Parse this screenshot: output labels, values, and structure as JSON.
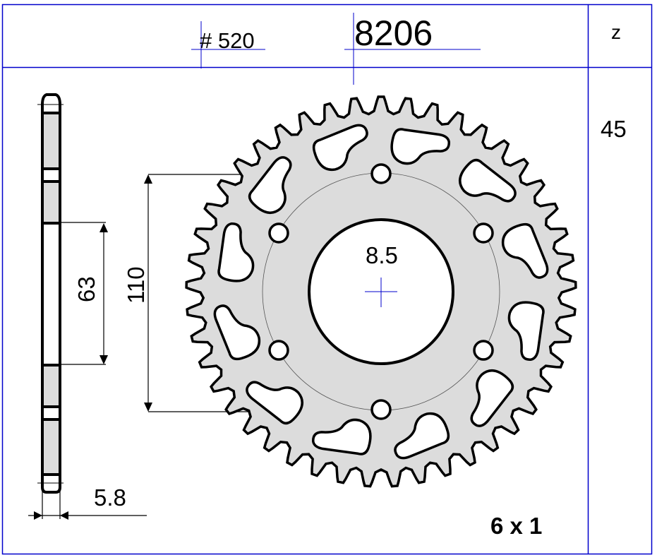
{
  "header": {
    "chain_pitch": "# 520",
    "part_number": "8206",
    "teeth_label": "z"
  },
  "specs": {
    "teeth_count": "45",
    "bolt_hole_diameter": "8.5",
    "pitch_circle_diameter": "110",
    "hub_offset": "63",
    "thickness": "5.8",
    "bolt_pattern": "6 x 1"
  },
  "colors": {
    "frame": "#0000cc",
    "body_fill": "#dcdcdc",
    "outline": "#000000",
    "centerline": "#0000cc"
  }
}
